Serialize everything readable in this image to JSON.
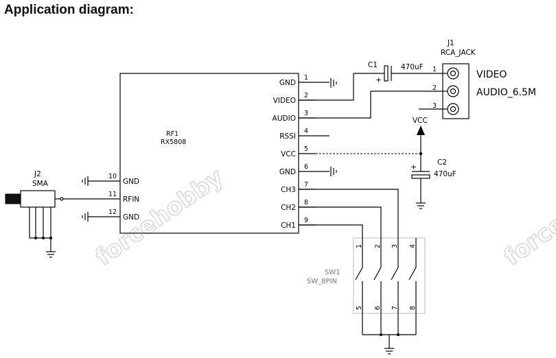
{
  "title": "Application diagram:",
  "watermark": "forcehobby",
  "module": {
    "ref": "RF1",
    "part": "RX5808",
    "right_pins": [
      {
        "num": "1",
        "name": "GND"
      },
      {
        "num": "2",
        "name": "VIDEO"
      },
      {
        "num": "3",
        "name": "AUDIO"
      },
      {
        "num": "4",
        "name": "RSSI"
      },
      {
        "num": "5",
        "name": "VCC"
      },
      {
        "num": "6",
        "name": "GND"
      },
      {
        "num": "7",
        "name": "CH3"
      },
      {
        "num": "8",
        "name": "CH2"
      },
      {
        "num": "9",
        "name": "CH1"
      }
    ],
    "left_pins": [
      {
        "num": "10",
        "name": "GND"
      },
      {
        "num": "11",
        "name": "RFIN"
      },
      {
        "num": "12",
        "name": "GND"
      }
    ]
  },
  "j2": {
    "ref": "J2",
    "value": "SMA"
  },
  "j1": {
    "ref": "J1",
    "value": "RCA_JACK",
    "pins": [
      "1",
      "2",
      "3"
    ],
    "out_labels": [
      "VIDEO",
      "AUDIO_6.5M"
    ]
  },
  "c1": {
    "ref": "C1",
    "value": "470uF"
  },
  "c2": {
    "ref": "C2",
    "value": "470uF"
  },
  "vcc_label": "VCC",
  "sw1": {
    "ref": "SW1",
    "value": "SW_8PIN",
    "top_pins": [
      "1",
      "2",
      "3",
      "4"
    ],
    "bottom_pins": [
      "5",
      "6",
      "7",
      "8"
    ]
  }
}
